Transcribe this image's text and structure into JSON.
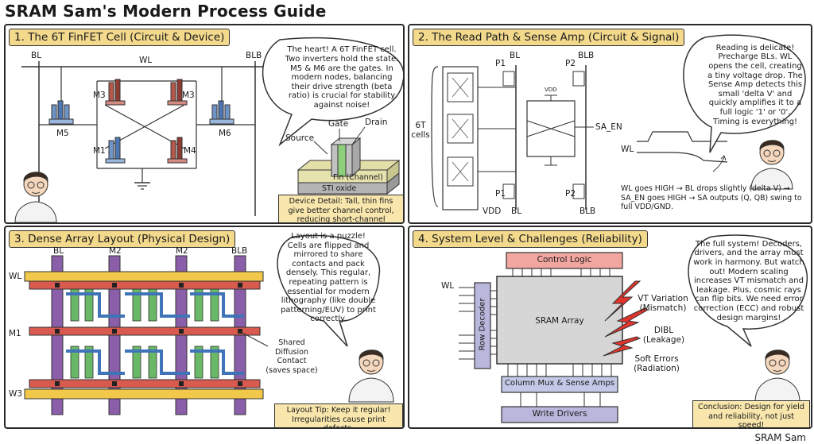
{
  "title": "SRAM Sam's Modern Process Guide",
  "footer": "SRAM Sam",
  "panels": {
    "p1": {
      "title": "1. The 6T FinFET Cell (Circuit & Device)",
      "bubble": "The heart! A 6T FinFET cell. Two inverters hold the state. M5 & M6 are the gates. In modern nodes, balancing their drive strength (beta ratio) is crucial for stability against noise!",
      "labels": {
        "bl": "BL",
        "wl": "WL",
        "blb": "BLB",
        "m5": "M5",
        "m6": "M6",
        "m1": "M1",
        "m3a": "M3",
        "m3b": "M3",
        "m4": "M4",
        "gate": "Gate",
        "drain": "Drain",
        "source": "Source",
        "fin": "Fin (Channel)",
        "sti": "STI oxide"
      },
      "note": "Device Detail: Tall, thin fins give better channel control, reducing short-channel effects like DIBL."
    },
    "p2": {
      "title": "2. The Read Path & Sense Amp (Circuit & Signal)",
      "bubble": "Reading is delicate! Precharge BLs. WL opens the cell, creating a tiny voltage drop. The Sense Amp detects this small 'delta V' and quickly amplifies it to a full logic '1' or '0'. Timing is everything!",
      "labels": {
        "p1a": "P1",
        "p1b": "P1",
        "p2a": "P2",
        "p2b": "P2",
        "bl_top": "BL",
        "blb_top": "BLB",
        "bl_bot": "BL",
        "blb_bot": "BLB",
        "vdd_sa": "VDD",
        "vdd": "VDD",
        "sa_en": "SA_EN",
        "cells": "6T cells",
        "wl": "WL"
      },
      "caption": "WL goes HIGH → BL drops slightly (delta V) → SA_EN goes HIGH → SA outputs (Q, QB) swing to full VDD/GND."
    },
    "p3": {
      "title": "3. Dense Array Layout (Physical Design)",
      "bubble": "Layout is a puzzle! Cells are flipped and mirrored to share contacts and pack densely. This regular, repeating pattern is essential for modern lithography (like double patterning/EUV) to print correctly.",
      "labels": {
        "bl": "BL",
        "m2a": "M2",
        "m2b": "M2",
        "blb": "BLB",
        "wl": "WL",
        "m1": "M1",
        "w3": "W3",
        "shared": "Shared Diffusion Contact (saves space)"
      },
      "note": "Layout Tip: Keep it regular! Irregularities cause print defects."
    },
    "p4": {
      "title": "4. System Level & Challenges (Reliability)",
      "bubble": "The full system! Decoders, drivers, and the array must work in harmony. But watch out! Modern scaling increases VT mismatch and leakage. Plus, cosmic rays can flip bits. We need error correction (ECC) and robust design margins!",
      "labels": {
        "control": "Control Logic",
        "array": "SRAM Array",
        "decoder": "Row Decoder",
        "colmux": "Column Mux & Sense Amps",
        "write": "Write Drivers",
        "wl": "WL",
        "vt": "VT Variation (Mismatch)",
        "dibl": "DIBL (Leakage)",
        "soft": "Soft Errors (Radiation)"
      },
      "note": "Conclusion: Design for yield and reliability, not just speed!"
    }
  },
  "colors": {
    "title_bg": "#f3d98c",
    "note_bg": "#f8e6ad",
    "nmos": "#6f95c8",
    "pmos": "#b5574a",
    "wl_bar": "#f1c84a",
    "bl_bar": "#8a5ea8",
    "m1_bar": "#d95b4f",
    "diff": "#69b867",
    "control": "#f2a6a0",
    "decoder": "#b9b7dc",
    "array": "#d6d6d6",
    "mux": "#c2c8e6",
    "bolt": "#e0342c"
  }
}
